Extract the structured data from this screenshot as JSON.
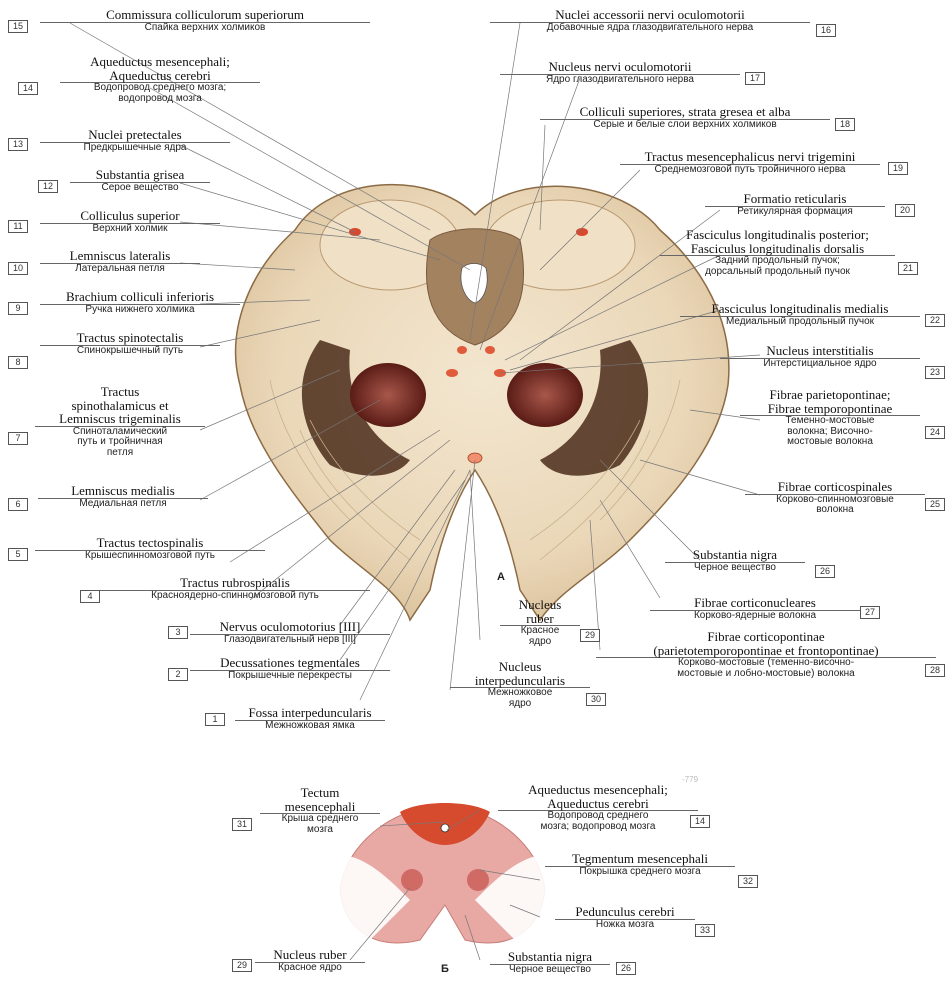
{
  "panel_a_letter": "А",
  "panel_b_letter": "Б",
  "faint_mark": "-779",
  "labels": [
    {
      "n": "15",
      "lat": "Commissura colliculorum superiorum",
      "ru": "Спайка верхних холмиков"
    },
    {
      "n": "14",
      "lat": "Aqueductus mesencephali;\nAqueductus cerebri",
      "ru": "Водопровод среднего мозга;\nводопровод мозга"
    },
    {
      "n": "13",
      "lat": "Nuclei pretectales",
      "ru": "Предкрышечные ядра"
    },
    {
      "n": "12",
      "lat": "Substantia grisea",
      "ru": "Серое вещество"
    },
    {
      "n": "11",
      "lat": "Colliculus superior",
      "ru": "Верхний холмик"
    },
    {
      "n": "10",
      "lat": "Lemniscus lateralis",
      "ru": "Латеральная петля"
    },
    {
      "n": "9",
      "lat": "Brachium colliculi inferioris",
      "ru": "Ручка нижнего холмика"
    },
    {
      "n": "8",
      "lat": "Tractus spinotectalis",
      "ru": "Спинокрышечный путь"
    },
    {
      "n": "7",
      "lat": "Tractus\nspinothalamicus et\nLemniscus trigeminalis",
      "ru": "Спиноталамический\nпуть и тройничная\nпетля"
    },
    {
      "n": "6",
      "lat": "Lemniscus medialis",
      "ru": "Медиальная петля"
    },
    {
      "n": "5",
      "lat": "Tractus tectospinalis",
      "ru": "Крышеспинномозговой путь"
    },
    {
      "n": "4",
      "lat": "Tractus rubrospinalis",
      "ru": "Красноядерно-спинномозговой путь"
    },
    {
      "n": "3",
      "lat": "Nervus oculomotorius [III]",
      "ru": "Глазодвигательный нерв [III]"
    },
    {
      "n": "2",
      "lat": "Decussationes tegmentales",
      "ru": "Покрышечные перекресты"
    },
    {
      "n": "1",
      "lat": "Fossa interpeduncularis",
      "ru": "Межножковая ямка"
    },
    {
      "n": "16",
      "lat": "Nuclei accessorii nervi oculomotorii",
      "ru": "Добавочные ядра глазодвигательного нерва"
    },
    {
      "n": "17",
      "lat": "Nucleus nervi oculomotorii",
      "ru": "Ядро глазодвигательного нерва"
    },
    {
      "n": "18",
      "lat": "Colliculi superiores, strata gresea et alba",
      "ru": "Серые и белые слои верхних холмиков"
    },
    {
      "n": "19",
      "lat": "Tractus mesencephalicus nervi trigemini",
      "ru": "Среднемозговой путь тройничного нерва"
    },
    {
      "n": "20",
      "lat": "Formatio reticularis",
      "ru": "Ретикулярная формация"
    },
    {
      "n": "21",
      "lat": "Fasciculus longitudinalis posterior;\nFasciculus longitudinalis dorsalis",
      "ru": "Задний продольный пучок;\nдорсальный продольный пучок"
    },
    {
      "n": "22",
      "lat": "Fasciculus longitudinalis medialis",
      "ru": "Медиальный продольный пучок"
    },
    {
      "n": "23",
      "lat": "Nucleus interstitialis",
      "ru": "Интерстициальное ядро"
    },
    {
      "n": "24",
      "lat": "Fibrae parietopontinae;\nFibrae temporopontinae",
      "ru": "Теменно-мостовые\nволокна; Височно-\nмостовые волокна"
    },
    {
      "n": "25",
      "lat": "Fibrae corticospinales",
      "ru": "Корково-спинномозговые\nволокна"
    },
    {
      "n": "26",
      "lat": "Substantia nigra",
      "ru": "Черное вещество"
    },
    {
      "n": "27",
      "lat": "Fibrae corticonucleares",
      "ru": "Корково-ядерные волокна"
    },
    {
      "n": "28",
      "lat": "Fibrae corticopontinae\n(parietotemporopontinae et frontopontinae)",
      "ru": "Корково-мостовые (теменно-височно-\nмостовые и лобно-мостовые) волокна"
    },
    {
      "n": "29",
      "lat": "Nucleus\nruber",
      "ru": "Красное\nядро"
    },
    {
      "n": "30",
      "lat": "Nucleus\ninterpeduncularis",
      "ru": "Межножковое\nядро"
    }
  ],
  "labels_b": [
    {
      "n": "31",
      "lat": "Tectum\nmesencephali",
      "ru": "Крыша среднего\nмозга"
    },
    {
      "n": "14",
      "lat": "Aqueductus mesencephali;\nAqueductus cerebri",
      "ru": "Водопровод среднего\nмозга; водопровод мозга"
    },
    {
      "n": "32",
      "lat": "Tegmentum mesencephali",
      "ru": "Покрышка среднего мозга"
    },
    {
      "n": "33",
      "lat": "Pedunculus cerebri",
      "ru": "Ножка мозга"
    },
    {
      "n": "29",
      "lat": "Nucleus ruber",
      "ru": "Красное ядро"
    },
    {
      "n": "26",
      "lat": "Substantia nigra",
      "ru": "Черное вещество"
    }
  ]
}
